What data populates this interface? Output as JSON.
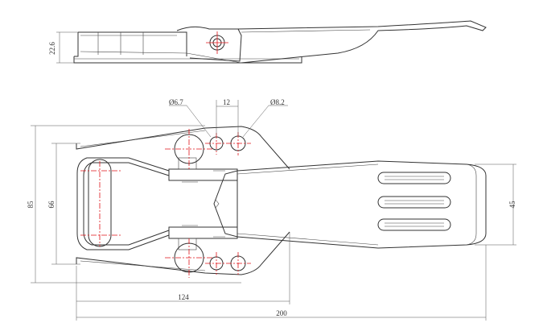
{
  "drawing": {
    "dimensions": {
      "side_height": "22.6",
      "hole_small": "Ø6.7",
      "hole_spacing": "12",
      "hole_large": "Ø8.2",
      "overall_height": "85",
      "inner_height": "66",
      "plate_width": "45",
      "base_length": "124",
      "total_length": "200"
    }
  }
}
